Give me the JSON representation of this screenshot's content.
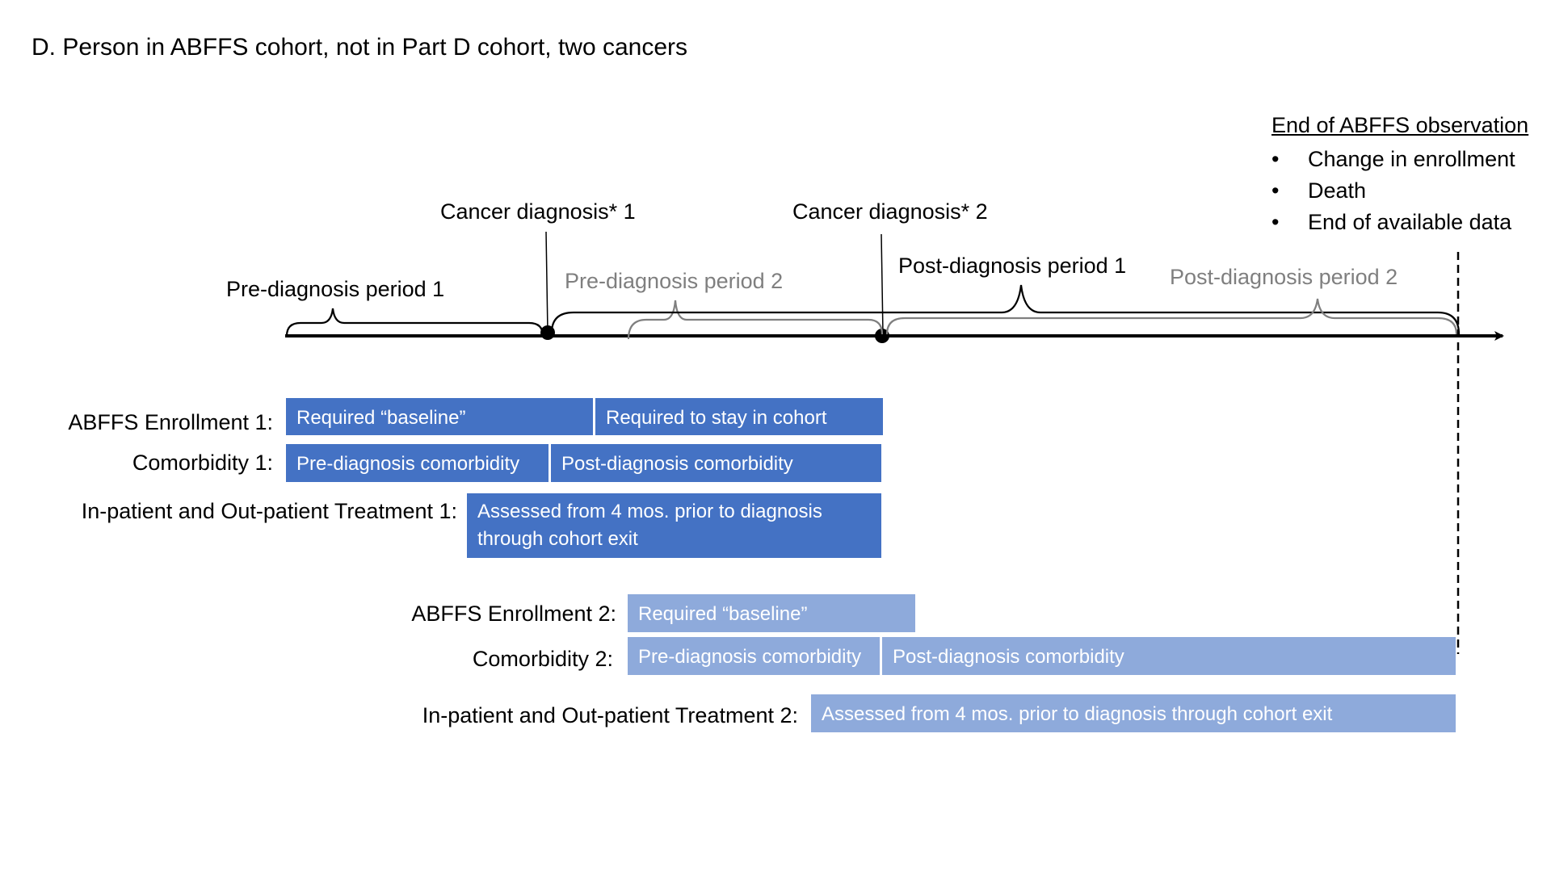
{
  "title": "D. Person in ABFFS cohort, not in Part D cohort, two cancers",
  "end_observation": {
    "title": "End of ABFFS observation",
    "items": [
      "Change in enrollment",
      "Death",
      "End of available data"
    ]
  },
  "timeline": {
    "events": [
      "Cancer diagnosis* 1",
      "Cancer diagnosis* 2"
    ],
    "periods": {
      "pre1": "Pre-diagnosis period 1",
      "pre2": "Pre-diagnosis period 2",
      "post1": "Post-diagnosis period 1",
      "post2": "Post-diagnosis period 2"
    }
  },
  "cohort1": {
    "enrollment_label": "ABFFS Enrollment 1:",
    "enrollment_bars": [
      "Required “baseline”",
      "Required to stay in cohort"
    ],
    "comorbidity_label": "Comorbidity 1:",
    "comorbidity_bars": [
      "Pre-diagnosis comorbidity",
      "Post-diagnosis comorbidity"
    ],
    "treatment_label": "In-patient and Out-patient Treatment 1:",
    "treatment_bar": "Assessed from 4 mos. prior to diagnosis through cohort exit"
  },
  "cohort2": {
    "enrollment_label": "ABFFS Enrollment 2:",
    "enrollment_bars": [
      "Required “baseline”"
    ],
    "comorbidity_label": "Comorbidity 2:",
    "comorbidity_bars": [
      "Pre-diagnosis comorbidity",
      "Post-diagnosis comorbidity"
    ],
    "treatment_label": "In-patient and Out-patient Treatment 2:",
    "treatment_bar": "Assessed from 4 mos. prior to diagnosis through cohort exit"
  },
  "colors": {
    "cohort1_bar": "#4472c4",
    "cohort2_bar": "#8eaadb",
    "secondary_text": "#7f7f7f"
  }
}
